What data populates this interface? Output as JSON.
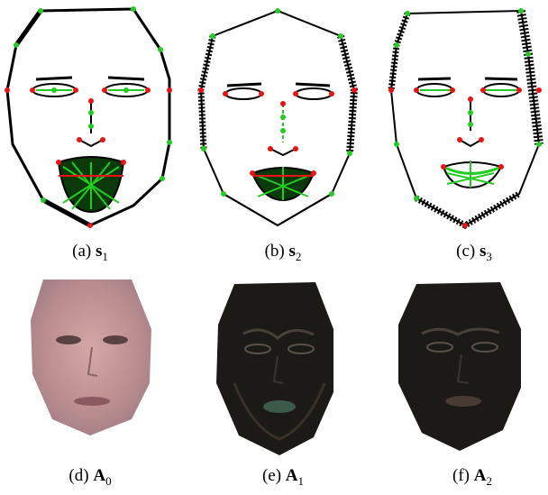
{
  "figure": {
    "panels": [
      {
        "id": "a",
        "prefix": "(a)",
        "symbol": "s",
        "sub": "1",
        "kind": "shape"
      },
      {
        "id": "b",
        "prefix": "(b)",
        "symbol": "s",
        "sub": "2",
        "kind": "shape"
      },
      {
        "id": "c",
        "prefix": "(c)",
        "symbol": "s",
        "sub": "3",
        "kind": "shape"
      },
      {
        "id": "d",
        "prefix": "(d)",
        "symbol": "A",
        "sub": "0",
        "kind": "appearance"
      },
      {
        "id": "e",
        "prefix": "(e)",
        "symbol": "A",
        "sub": "1",
        "kind": "appearance"
      },
      {
        "id": "f",
        "prefix": "(f)",
        "symbol": "A",
        "sub": "2",
        "kind": "appearance"
      }
    ]
  },
  "colors": {
    "outline": "#000000",
    "landmark_green": "#22cc22",
    "landmark_red": "#ee1111",
    "mean_face_skin": "#b98c8c",
    "mode_face_dark": "#1c1a17"
  }
}
